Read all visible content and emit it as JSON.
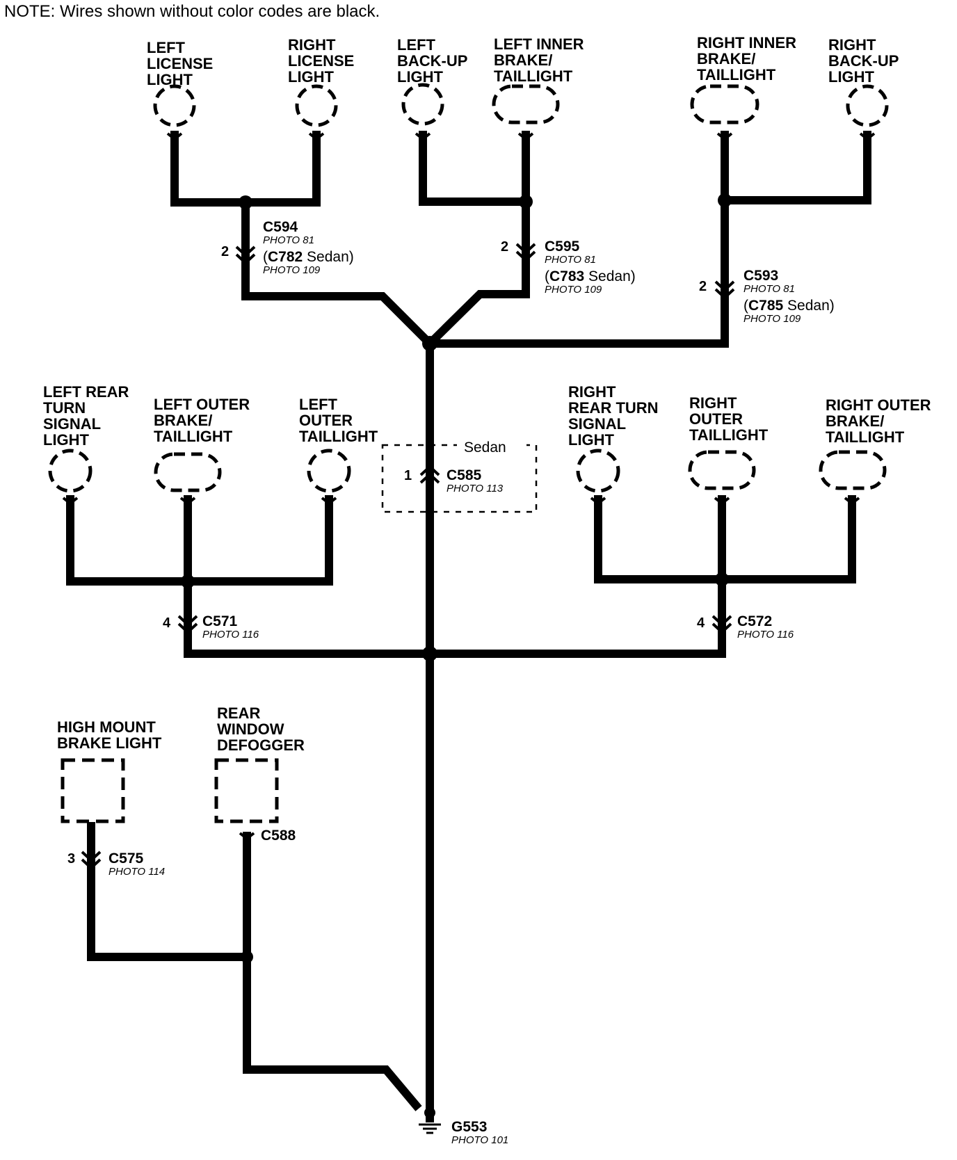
{
  "note": "NOTE: Wires shown without color codes are black.",
  "components": {
    "left_license_light": [
      "LEFT",
      "LICENSE",
      "LIGHT"
    ],
    "right_license_light": [
      "RIGHT",
      "LICENSE",
      "LIGHT"
    ],
    "left_backup_light": [
      "LEFT",
      "BACK-UP",
      "LIGHT"
    ],
    "left_inner_brake_taillight": [
      "LEFT INNER",
      "BRAKE/",
      "TAILLIGHT"
    ],
    "right_inner_brake_taillight": [
      "RIGHT INNER",
      "BRAKE/",
      "TAILLIGHT"
    ],
    "right_backup_light": [
      "RIGHT",
      "BACK-UP",
      "LIGHT"
    ],
    "left_rear_turn_signal_light": [
      "LEFT REAR",
      "TURN",
      "SIGNAL",
      "LIGHT"
    ],
    "left_outer_brake_taillight": [
      "LEFT OUTER",
      "BRAKE/",
      "TAILLIGHT"
    ],
    "left_outer_taillight": [
      "LEFT",
      "OUTER",
      "TAILLIGHT"
    ],
    "right_rear_turn_signal_light": [
      "RIGHT",
      "REAR TURN",
      "SIGNAL",
      "LIGHT"
    ],
    "right_outer_taillight": [
      "RIGHT",
      "OUTER",
      "TAILLIGHT"
    ],
    "right_outer_brake_taillight": [
      "RIGHT OUTER",
      "BRAKE/",
      "TAILLIGHT"
    ],
    "high_mount_brake_light": [
      "HIGH MOUNT",
      "BRAKE LIGHT"
    ],
    "rear_window_defogger": [
      "REAR",
      "WINDOW",
      "DEFOGGER"
    ]
  },
  "connectors": {
    "c594": {
      "name": "C594",
      "pin": "2",
      "photo": "PHOTO 81",
      "alt_name": "C782",
      "alt_suffix": " Sedan)",
      "alt_photo": "PHOTO 109"
    },
    "c595": {
      "name": "C595",
      "pin": "2",
      "photo": "PHOTO 81",
      "alt_name": "C783",
      "alt_suffix": " Sedan)",
      "alt_photo": "PHOTO 109"
    },
    "c593": {
      "name": "C593",
      "pin": "2",
      "photo": "PHOTO 81",
      "alt_name": "C785",
      "alt_suffix": " Sedan)",
      "alt_photo": "PHOTO 109"
    },
    "c585": {
      "name": "C585",
      "pin": "1",
      "photo": "PHOTO 113",
      "option_label": "Sedan"
    },
    "c571": {
      "name": "C571",
      "pin": "4",
      "photo": "PHOTO 116"
    },
    "c572": {
      "name": "C572",
      "pin": "4",
      "photo": "PHOTO 116"
    },
    "c575": {
      "name": "C575",
      "pin": "3",
      "photo": "PHOTO 114"
    },
    "c588": {
      "name": "C588"
    }
  },
  "ground": {
    "name": "G553",
    "photo": "PHOTO 101"
  }
}
